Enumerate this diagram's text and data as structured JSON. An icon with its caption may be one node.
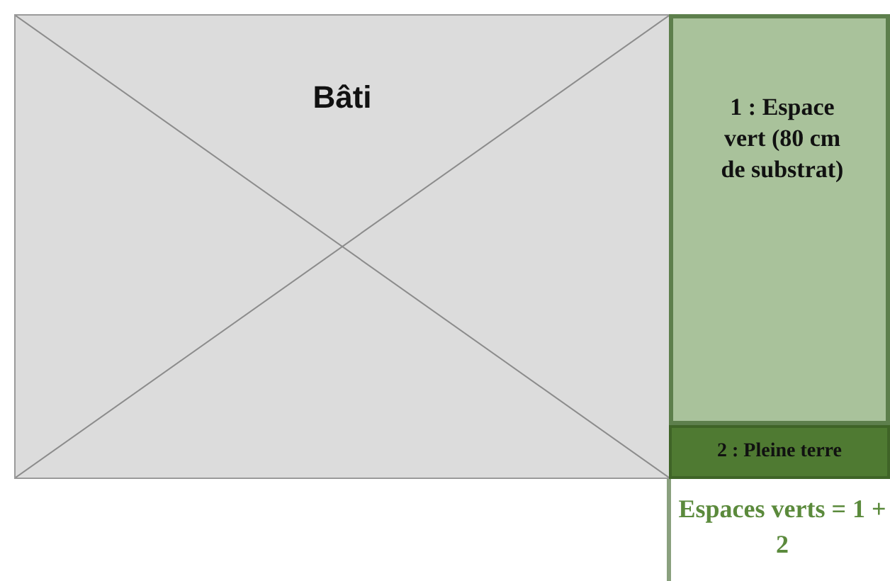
{
  "diagram": {
    "nodes": [
      {
        "text": [
          "Bâti"
        ]
      },
      {
        "text": [
          "1 : Espace vert (80 cm de substrat)"
        ]
      },
      {
        "text": [
          "2 : Pleine terre"
        ]
      }
    ],
    "labels": [
      "Espaces verts = 1 + 2"
    ]
  }
}
